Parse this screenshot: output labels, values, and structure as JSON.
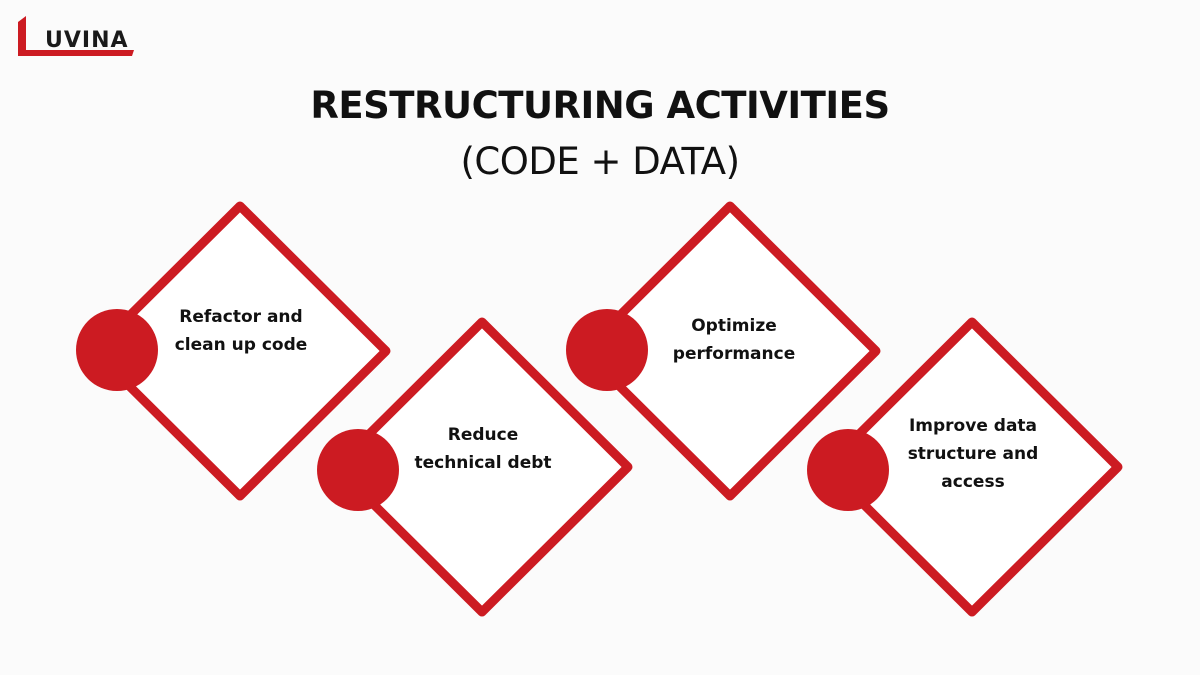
{
  "brand": {
    "logo_text": "UVINA",
    "accent_color": "#cc1b22"
  },
  "header": {
    "title": "RESTRUCTURING ACTIVITIES",
    "subtitle": "(CODE + DATA)"
  },
  "activities": [
    {
      "label": "Refactor and clean up code"
    },
    {
      "label": "Reduce technical debt"
    },
    {
      "label": "Optimize performance"
    },
    {
      "label": "Improve data structure and access"
    }
  ]
}
